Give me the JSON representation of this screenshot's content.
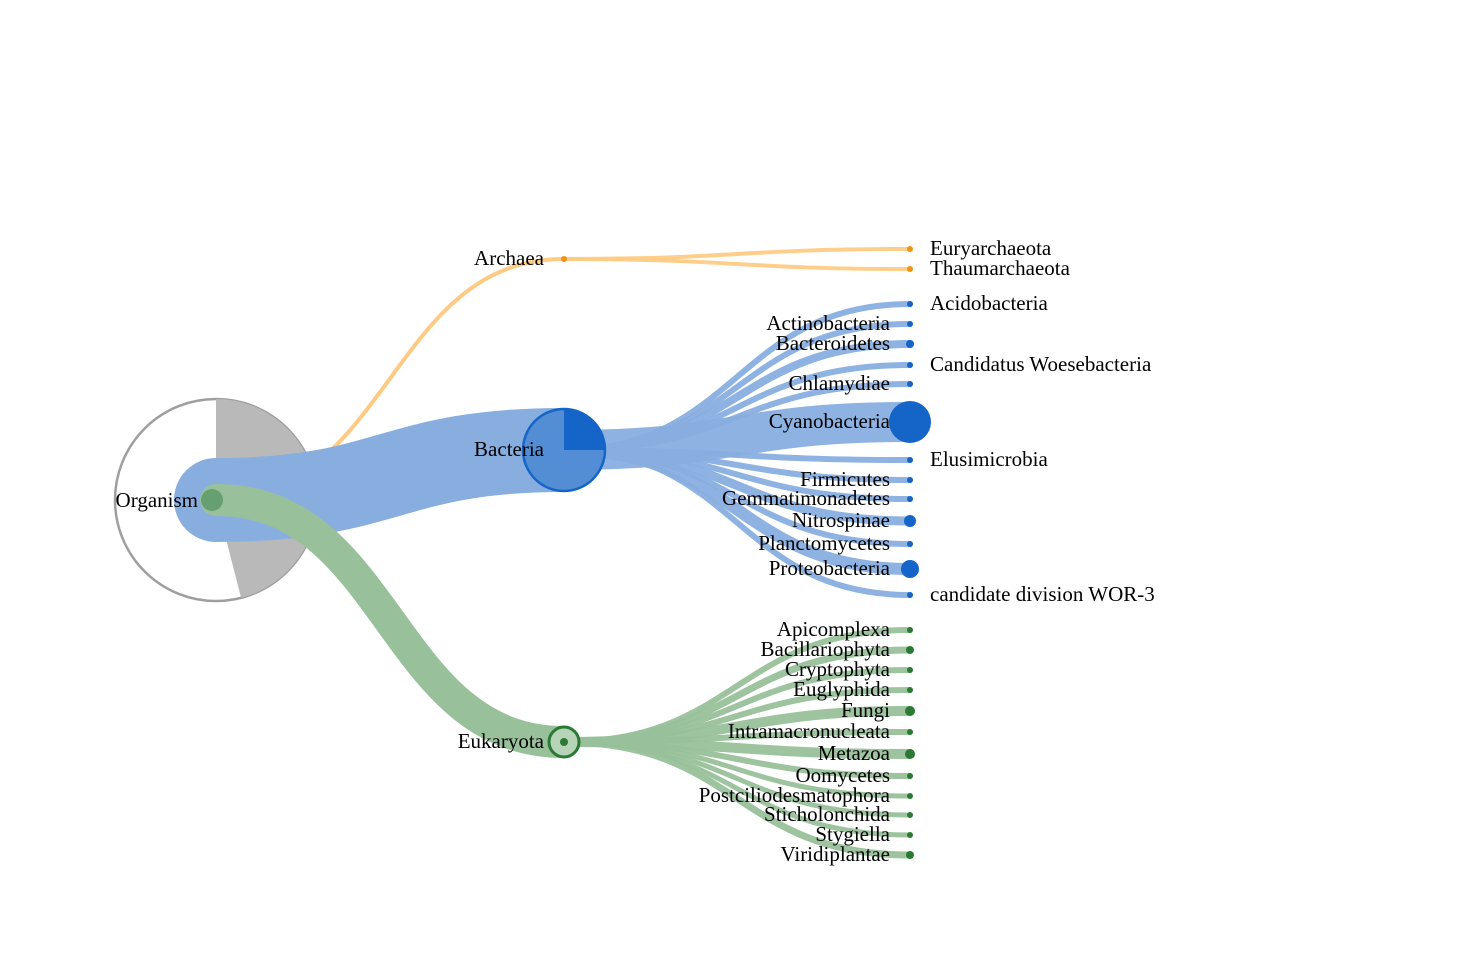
{
  "colors": {
    "root": "#9e9e9e",
    "root_fill": "#b9b9b9",
    "archaea": "#f2920f",
    "archaea_link": "#ffcb84",
    "bacteria": "#1565c8",
    "bacteria_link": "#88aedf",
    "eukaryota": "#2a7a33",
    "eukaryota_link": "#98c09a"
  },
  "tree": {
    "root": {
      "label": "Organism",
      "icon": "pie-node"
    },
    "domains": [
      {
        "id": "archaea",
        "label": "Archaea",
        "children": [
          "Euryarchaeota",
          "Thaumarchaeota"
        ]
      },
      {
        "id": "bacteria",
        "label": "Bacteria",
        "children": [
          "Acidobacteria",
          "Actinobacteria",
          "Bacteroidetes",
          "Candidatus Woesebacteria",
          "Chlamydiae",
          "Cyanobacteria",
          "Elusimicrobia",
          "Firmicutes",
          "Gemmatimonadetes",
          "Nitrospinae",
          "Planctomycetes",
          "Proteobacteria",
          "candidate division WOR-3"
        ]
      },
      {
        "id": "eukaryota",
        "label": "Eukaryota",
        "children": [
          "Apicomplexa",
          "Bacillariophyta",
          "Cryptophyta",
          "Euglyphida",
          "Fungi",
          "Intramacronucleata",
          "Metazoa",
          "Oomycetes",
          "Postciliodesmatophora",
          "Sticholonchida",
          "Stygiella",
          "Viridiplantae"
        ]
      }
    ]
  }
}
